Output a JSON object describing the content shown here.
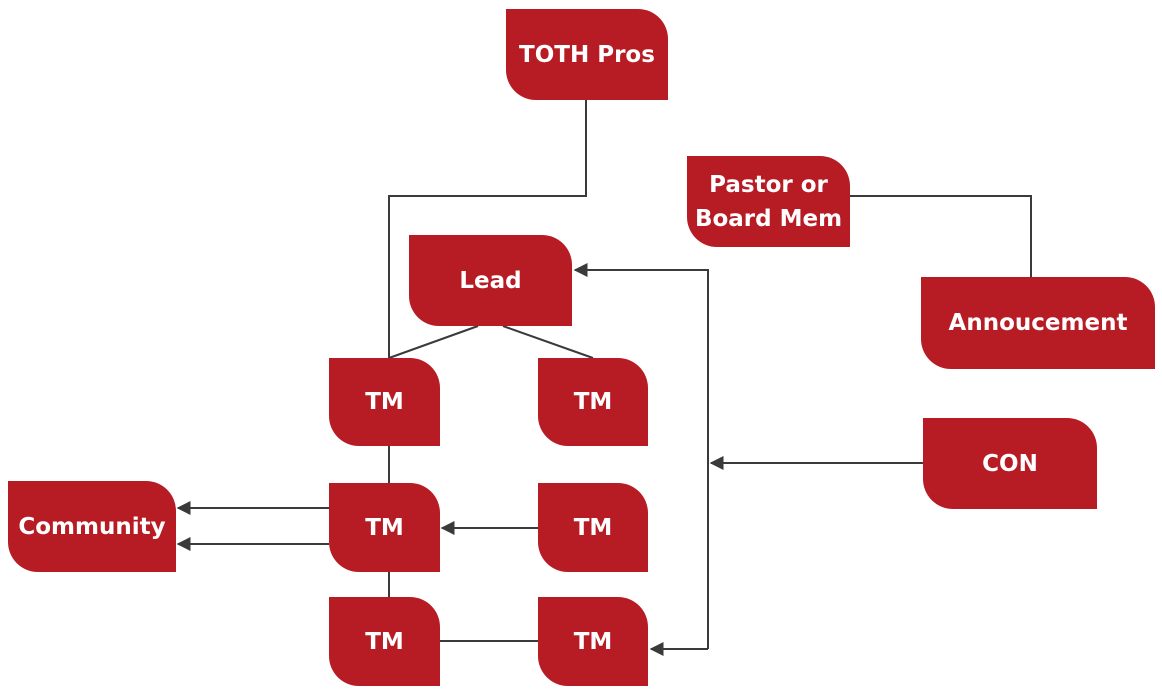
{
  "diagram": {
    "colors": {
      "node_fill": "#b71c25",
      "node_text": "#ffffff",
      "connector": "#3a3a3a"
    },
    "nodes": {
      "toth_pros": "TOTH Pros",
      "pastor_board_line1": "Pastor or",
      "pastor_board_line2": "Board Mem",
      "lead": "Lead",
      "annoucement": "Annoucement",
      "tm_1": "TM",
      "tm_2": "TM",
      "tm_3": "TM",
      "tm_4": "TM",
      "tm_5": "TM",
      "tm_6": "TM",
      "con": "CON",
      "community": "Community"
    }
  }
}
